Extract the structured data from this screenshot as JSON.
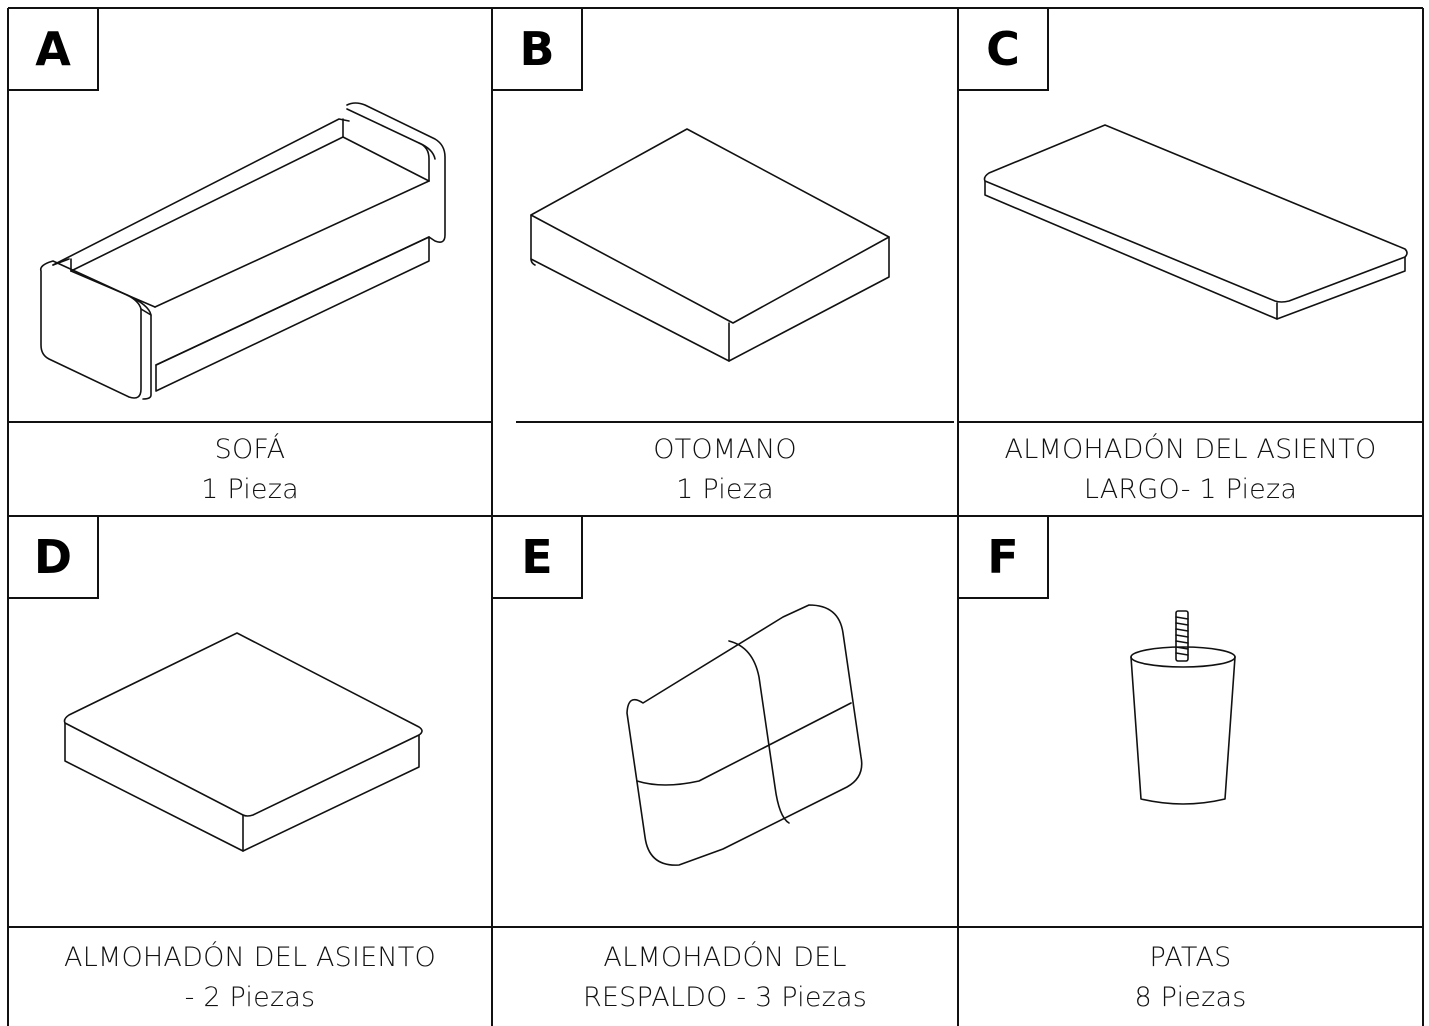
{
  "parts": [
    {
      "letter": "A",
      "name": "SOFÁ",
      "qty": "1 Pieza"
    },
    {
      "letter": "B",
      "name": "OTOMANO",
      "qty": "1 Pieza"
    },
    {
      "letter": "C",
      "name": "ALMOHADÓN DEL ASIENTO",
      "qty": "LARGO- 1 Pieza"
    },
    {
      "letter": "D",
      "name": "ALMOHADÓN DEL ASIENTO",
      "qty": "- 2 Piezas"
    },
    {
      "letter": "E",
      "name": "ALMOHADÓN DEL",
      "qty": "RESPALDO - 3 Piezas"
    },
    {
      "letter": "F",
      "name": "PATAS",
      "qty": "8 Piezas"
    }
  ],
  "icons": [
    "sofa-icon",
    "ottoman-icon",
    "long-seat-cushion-icon",
    "seat-cushion-icon",
    "back-cushion-icon",
    "leg-icon"
  ]
}
